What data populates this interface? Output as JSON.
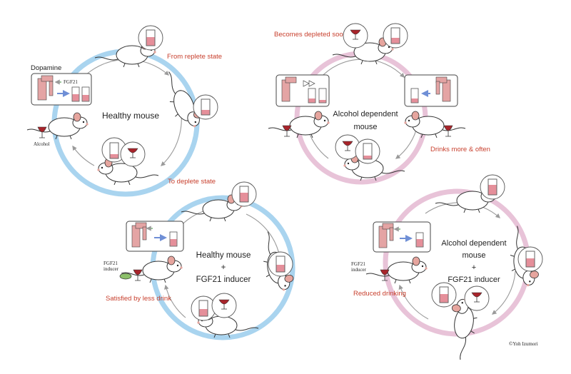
{
  "panels": {
    "healthy": {
      "center_label": "Healthy mouse",
      "annotations": [
        "From replete state",
        "To deplete state"
      ],
      "box_labels": [
        "Dopamine",
        "FGF21"
      ],
      "drink_label": "Alcohol",
      "ring_color": "#a9d4ef"
    },
    "dependent": {
      "center_label_line1": "Alcohol dependent",
      "center_label_line2": "mouse",
      "annotations": [
        "Becomes depleted sooner",
        "Drinks more & often"
      ],
      "ring_color": "#e8c3d8"
    },
    "healthy_fgf21": {
      "center_label_line1": "Healthy mouse",
      "center_label_line2": "+",
      "center_label_line3": "FGF21 inducer",
      "annotation": "Satisfied by less drink",
      "inducer_line1": "FGF21",
      "inducer_line2": "inducer",
      "ring_color": "#a9d4ef"
    },
    "dependent_fgf21": {
      "center_label_line1": "Alcohol dependent",
      "center_label_line2": "mouse",
      "center_label_line3": "+",
      "center_label_line4": "FGF21 inducer",
      "annotation": "Reduced drinking",
      "inducer_line1": "FGF21",
      "inducer_line2": "inducer",
      "ring_color": "#e8c3d8"
    }
  },
  "credit": "©Yoh Izumori",
  "colors": {
    "annotation_red": "#c8402e",
    "liquid_pink": "#e58f9a",
    "wine_red": "#a8242b"
  }
}
